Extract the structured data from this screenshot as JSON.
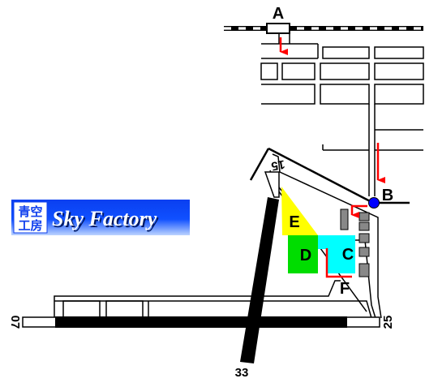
{
  "logo": {
    "kanji_top": "青空",
    "kanji_bottom": "工房",
    "name": "Sky Factory"
  },
  "points": {
    "a": "A",
    "b": "B"
  },
  "areas": {
    "c": "C",
    "d": "D",
    "e": "E",
    "f": "F"
  },
  "runway_labels": {
    "r07": "07",
    "r25": "25",
    "r15": "15",
    "r33": "33"
  },
  "colors": {
    "area_c": "#00ffff",
    "area_d": "#00dd00",
    "area_e": "#ffff00",
    "route": "#ff0000",
    "point_b": "#0000ff",
    "runway": "#000000",
    "building": "#888888",
    "logo_bg": "#0033dd"
  }
}
